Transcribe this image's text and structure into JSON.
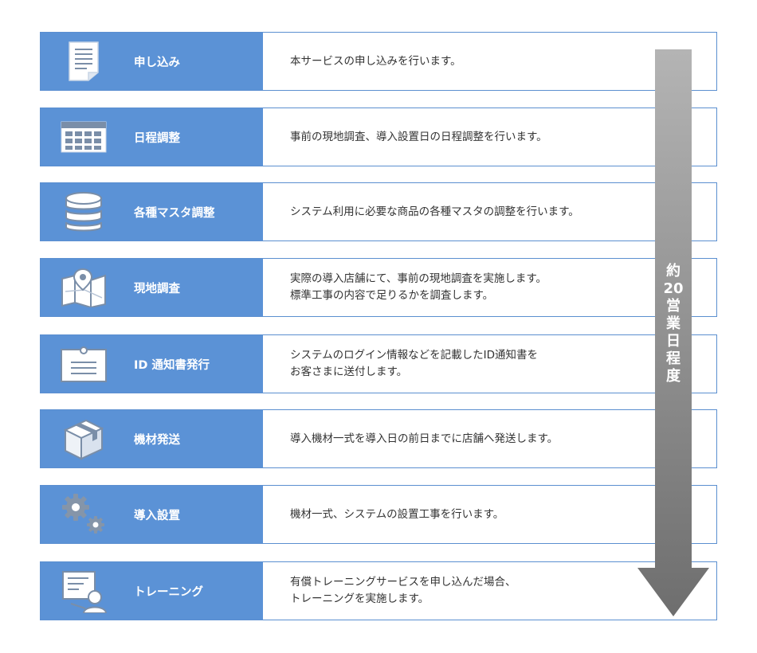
{
  "steps": [
    {
      "title": "申し込み",
      "icon": "document-icon",
      "desc": [
        "本サービスの申し込みを行います。"
      ]
    },
    {
      "title": "日程調整",
      "icon": "calendar-icon",
      "desc": [
        "事前の現地調査、導入設置日の日程調整を行います。"
      ]
    },
    {
      "title": "各種マスタ調整",
      "icon": "database-icon",
      "desc": [
        "システム利用に必要な商品の各種マスタの調整を行います。"
      ]
    },
    {
      "title": "現地調査",
      "icon": "map-pin-icon",
      "desc": [
        "実際の導入店舗にて、事前の現地調査を実施します。",
        "標準工事の内容で足りるかを調査します。"
      ]
    },
    {
      "title": "ID 通知書発行",
      "icon": "id-notice-icon",
      "desc": [
        "システムのログイン情報などを記載したID通知書を",
        "お客さまに送付します。"
      ]
    },
    {
      "title": "機材発送",
      "icon": "box-icon",
      "desc": [
        "導入機材一式を導入日の前日までに店舗へ発送します。"
      ]
    },
    {
      "title": "導入設置",
      "icon": "gears-icon",
      "desc": [
        "機材一式、システムの設置工事を行います。"
      ]
    },
    {
      "title": "トレーニング",
      "icon": "training-icon",
      "desc": [
        "有償トレーニングサービスを申し込んだ場合、",
        "トレーニングを実施します。"
      ]
    }
  ],
  "duration": {
    "chars": [
      "約",
      "20",
      "営",
      "業",
      "日",
      "程",
      "度"
    ]
  },
  "colors": {
    "header": "#5b92d6",
    "border": "#5b8fd0",
    "arrow_top": "#b4b4b4",
    "arrow_bottom": "#6e6e6e"
  }
}
